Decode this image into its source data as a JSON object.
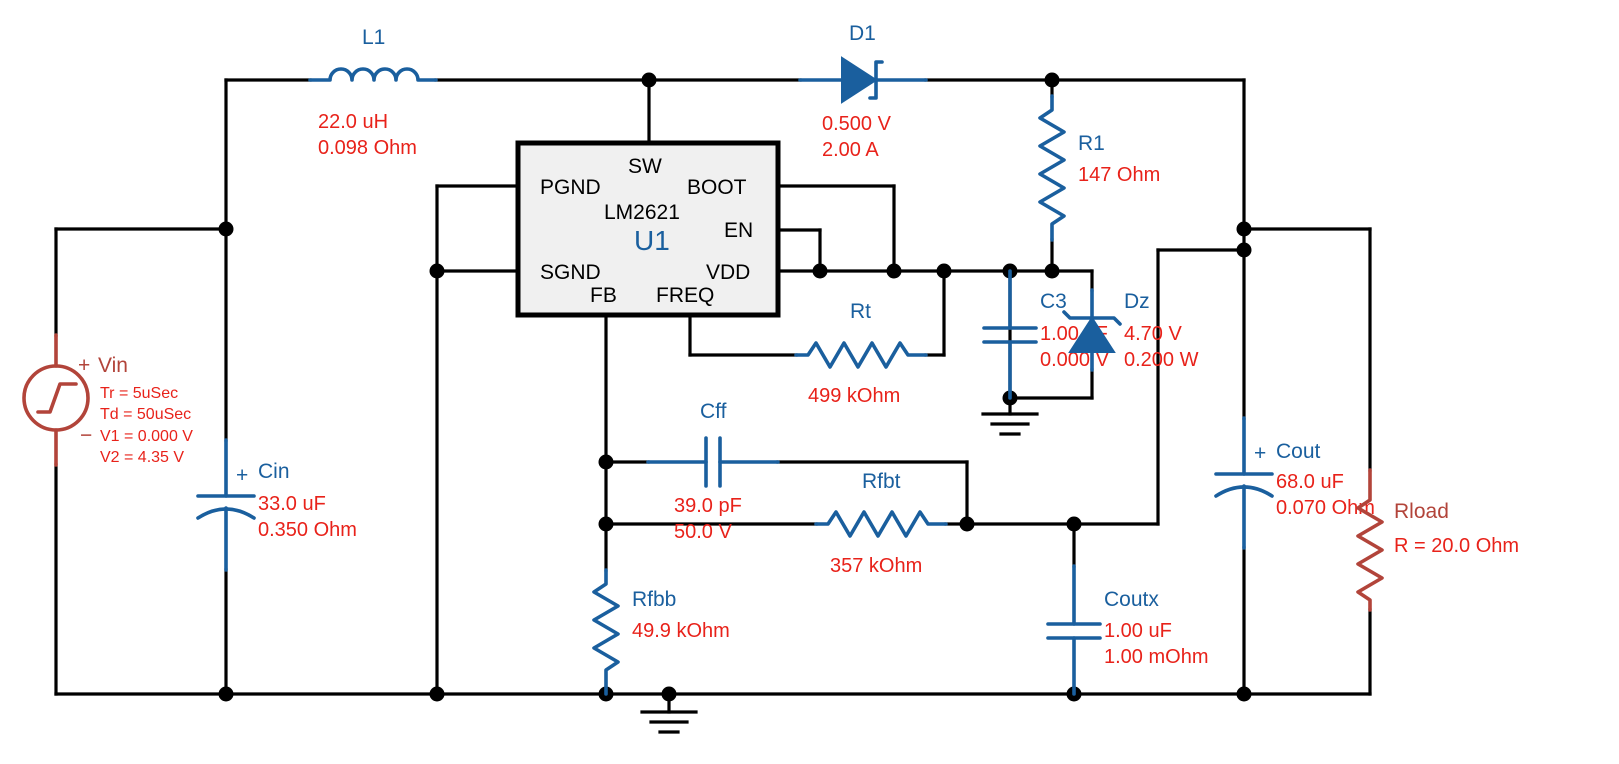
{
  "components": {
    "L1": {
      "name": "L1",
      "value": "22.0 uH",
      "esr": "0.098 Ohm"
    },
    "D1": {
      "name": "D1",
      "vf": "0.500 V",
      "current": "2.00 A"
    },
    "R1": {
      "name": "R1",
      "value": "147 Ohm"
    },
    "U1": {
      "ref": "U1",
      "part": "LM2621",
      "pins": {
        "sw": "SW",
        "pgnd": "PGND",
        "boot": "BOOT",
        "en": "EN",
        "sgnd": "SGND",
        "vdd": "VDD",
        "fb": "FB",
        "freq": "FREQ"
      }
    },
    "Rt": {
      "name": "Rt",
      "value": "499 kOhm"
    },
    "C3": {
      "name": "C3",
      "value": "1.00 uF",
      "esr": "0.000 V"
    },
    "Dz": {
      "name": "Dz",
      "vz": "4.70 V",
      "power": "0.200 W"
    },
    "Vin": {
      "name": "Vin",
      "tr": "Tr = 5uSec",
      "td": "Td = 50uSec",
      "v1": "V1 = 0.000 V",
      "v2": "V2 = 4.35 V",
      "plus": "+",
      "minus": "−"
    },
    "Cin": {
      "name": "Cin",
      "value": "33.0 uF",
      "esr": "0.350 Ohm"
    },
    "Cff": {
      "name": "Cff",
      "value": "39.0 pF",
      "rating": "50.0 V"
    },
    "Rfbt": {
      "name": "Rfbt",
      "value": "357 kOhm"
    },
    "Rfbb": {
      "name": "Rfbb",
      "value": "49.9 kOhm"
    },
    "Cout": {
      "name": "Cout",
      "value": "68.0 uF",
      "esr": "0.070 Ohm"
    },
    "Coutx": {
      "name": "Coutx",
      "value": "1.00 uF",
      "esr": "1.00 mOhm"
    },
    "Rload": {
      "name": "Rload",
      "value": "R = 20.0 Ohm"
    }
  },
  "colors": {
    "component": "#1a5f9e",
    "value_text": "#e8221a",
    "source": "#b2443a",
    "wire": "#000000"
  }
}
